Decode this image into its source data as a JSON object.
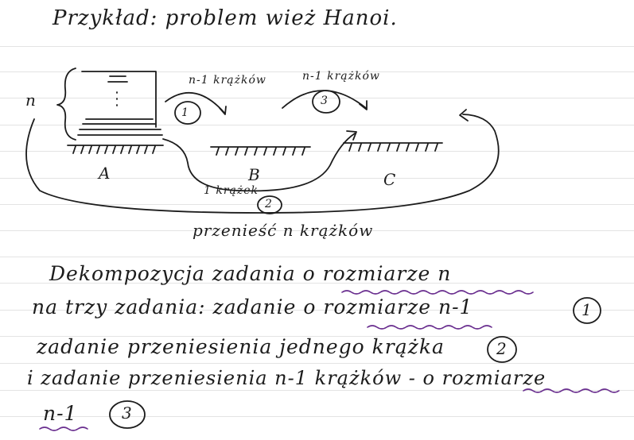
{
  "title": "Przykład: problem wież Hanoi.",
  "diagram": {
    "n_label": "n",
    "peg_labels": [
      "A",
      "B",
      "C"
    ],
    "move_1_label": "n-1 krążków",
    "move_3_label": "n-1 krążków",
    "move_2_label": "1 krążek",
    "step_numbers": [
      "1",
      "3",
      "2"
    ],
    "caption": "przenieść n krążków"
  },
  "paragraph": {
    "line1": "Dekompozycja zadania o rozmiarze n",
    "line2": "na trzy zadania: zadanie o rozmiarze n-1",
    "line2_circle": "1",
    "line3": "zadanie przeniesienia jednego krążka",
    "line3_circle": "2",
    "line4": "i zadanie przeniesienia n-1 krążków - o rozmiarze",
    "line5": "n-1",
    "line5_circle": "3"
  },
  "colors": {
    "ink": "#1c1c1c",
    "highlight": "#6a2f8f",
    "ruling": "#e3e3e3"
  }
}
